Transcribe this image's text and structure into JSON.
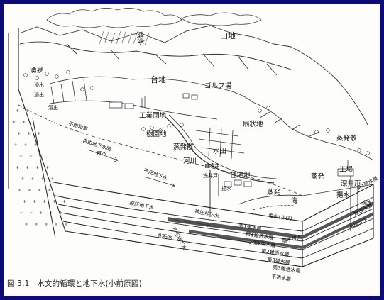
{
  "caption": "図 3.1　水文的循環と地下水(小前原図)",
  "labels": {
    "rain": "降水",
    "mountain": "山地",
    "spring": "湧泉",
    "outflow_1": "浸出",
    "outflow_2": "浸出",
    "outflow_3": "浸出",
    "plateau": "台地",
    "golf": "ゴルフ場",
    "industrial": "工業団地",
    "fan": "扇状地",
    "orchard": "樹園地",
    "evap_1": "蒸発散",
    "evap_2": "蒸発散",
    "paddy": "水田",
    "river": "河川",
    "unconfined_1": "不圧地下水",
    "unconfined_2": "不圧地下水",
    "free_water": "自由地下水面",
    "aquifer_belt": "不飽和帯",
    "confined_seep": "宙水",
    "self_spout": "自噴井",
    "shallow_well": "浅井戸",
    "pumping": "揚水",
    "residential": "住宅地",
    "evap_3": "蒸発",
    "evap_4": "蒸発",
    "factory": "工場",
    "deep_well": "深井戸",
    "pumping_2": "揚水",
    "sea": "海",
    "lift": "揚水",
    "aq_top": "第1帯水層",
    "aq_1": "第1難透水層",
    "aq_2": "第2帯水層",
    "aq_3": "第2難透水層",
    "aq_4": "第3帯水層",
    "aq_5": "第3難透水層",
    "aq_6": "不透水層",
    "salt": "塩水(さび)",
    "salt_intrude": "塩水侵入",
    "fossil": "化石水",
    "confined_gw": "被圧地下水",
    "confined_gw2": "被圧地下水",
    "aq_right_1": "第1帯水層",
    "aq_right_2": "難透水層",
    "aq_right_3": "地盤沈下"
  }
}
